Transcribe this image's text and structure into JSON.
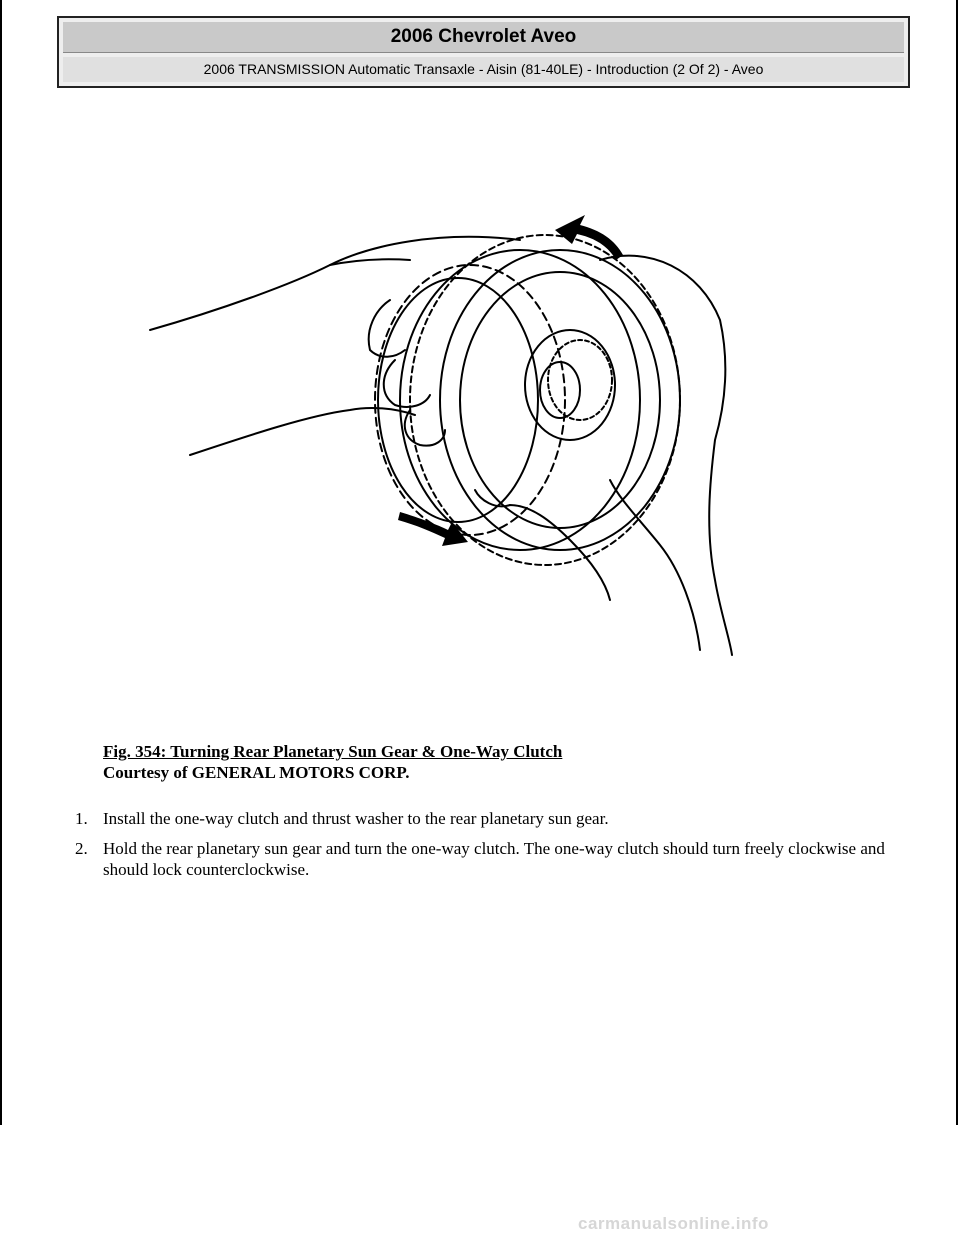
{
  "header": {
    "title": "2006 Chevrolet Aveo",
    "subtitle": "2006 TRANSMISSION Automatic Transaxle - Aisin (81-40LE) - Introduction (2 Of 2) - Aveo"
  },
  "figure": {
    "caption_title": "Fig. 354: Turning Rear Planetary Sun Gear & One-Way Clutch",
    "caption_credit": "Courtesy of GENERAL MOTORS CORP."
  },
  "steps": [
    {
      "number": "1.",
      "text": "Install the one-way clutch and thrust washer to the rear planetary sun gear."
    },
    {
      "number": "2.",
      "text": "Hold the rear planetary sun gear and turn the one-way clutch. The one-way clutch should turn freely clockwise and should lock counterclockwise."
    }
  ],
  "watermark": "carmanualsonline.info"
}
